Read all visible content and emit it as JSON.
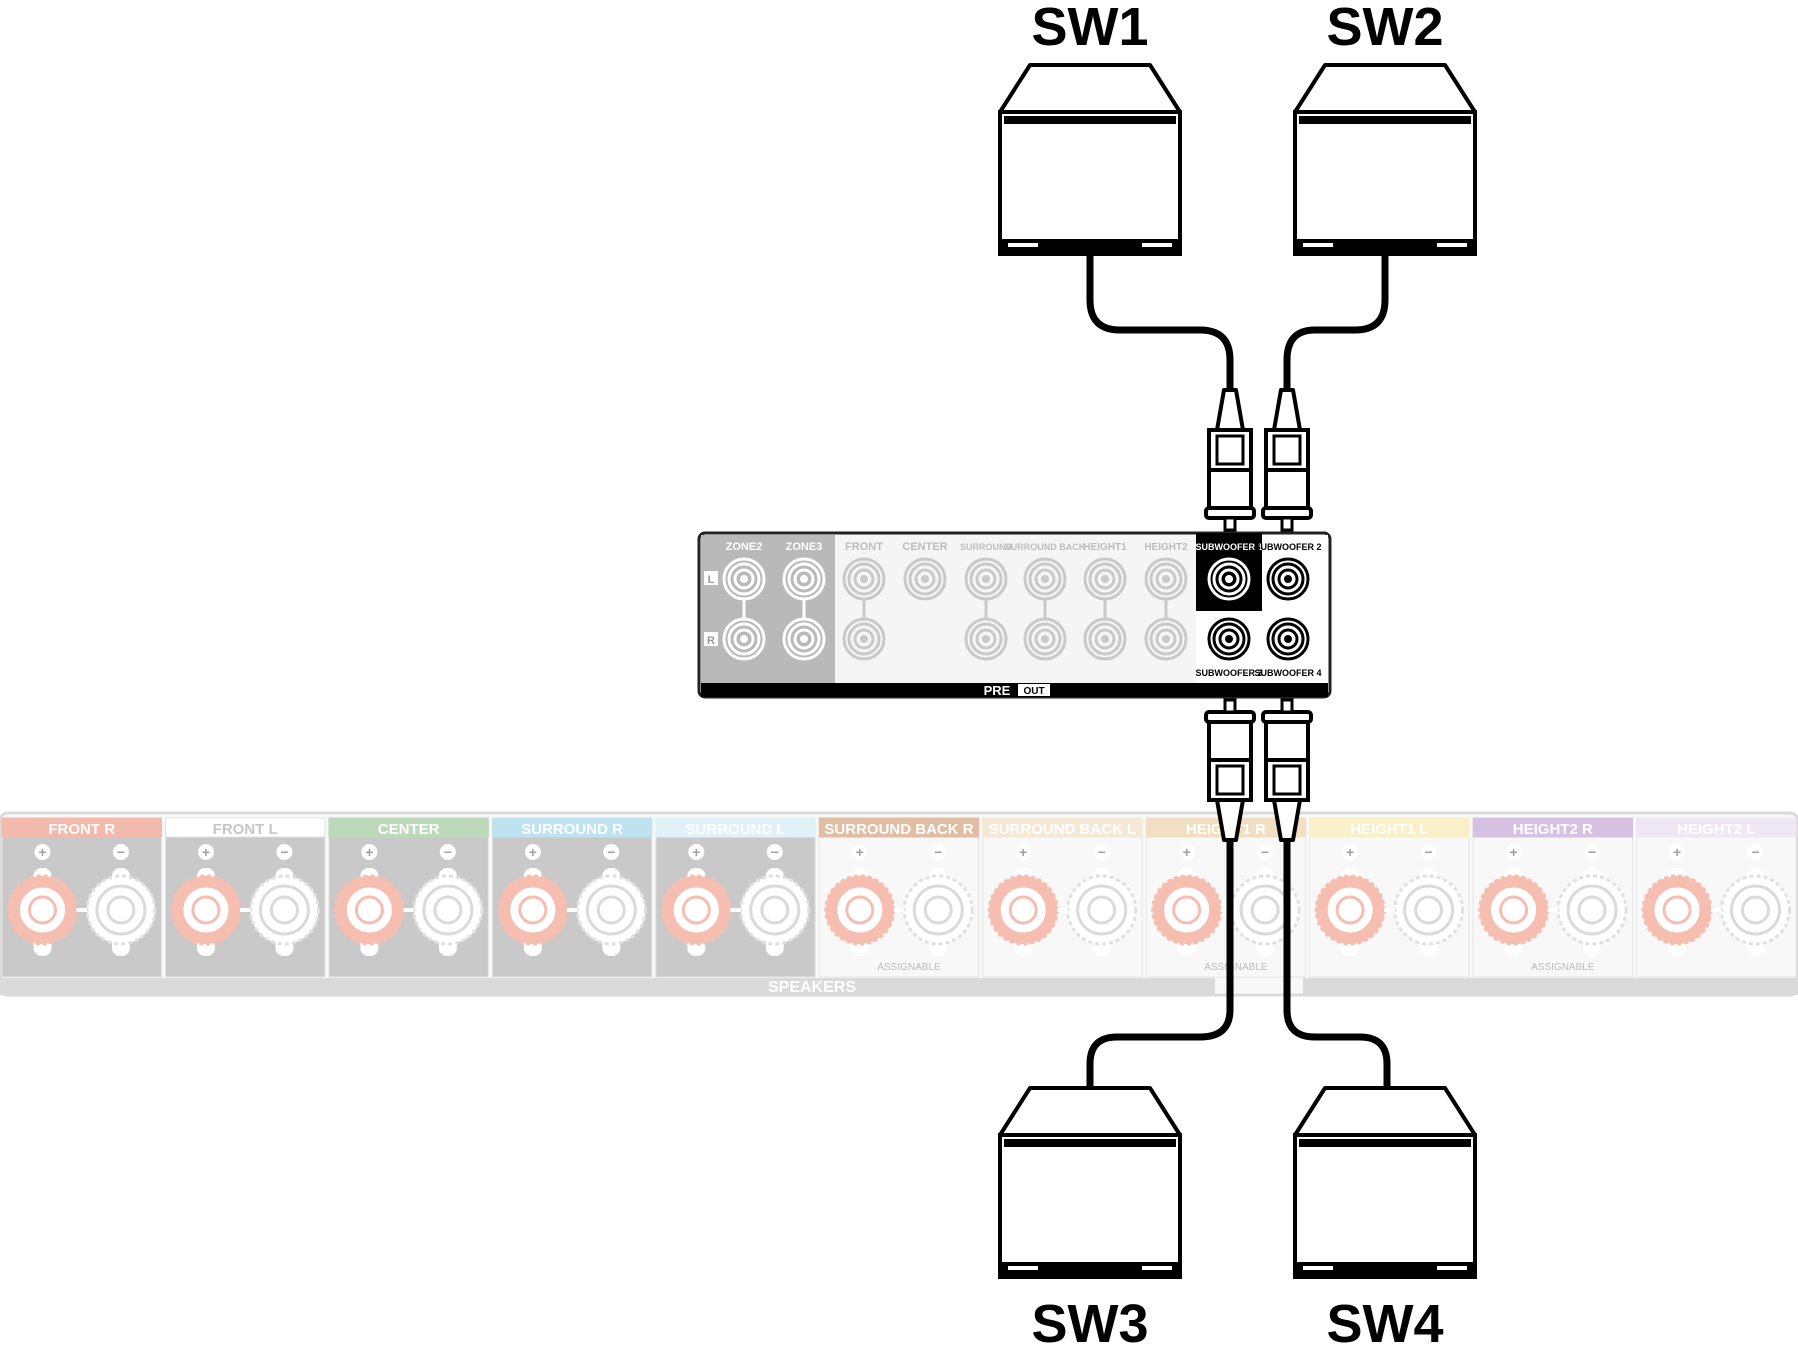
{
  "subwoofers": [
    {
      "id": "sw1",
      "label": "SW1"
    },
    {
      "id": "sw2",
      "label": "SW2"
    },
    {
      "id": "sw3",
      "label": "SW3"
    },
    {
      "id": "sw4",
      "label": "SW4"
    }
  ],
  "preout": {
    "zone_labels": [
      "ZONE2",
      "ZONE3"
    ],
    "channel_labels": [
      "FRONT",
      "CENTER",
      "SURROUND",
      "SURROUND BACK",
      "HEIGHT1",
      "HEIGHT2"
    ],
    "side_labels": [
      "L",
      "R"
    ],
    "sub_labels": [
      "SUBWOOFER 1",
      "SUBWOOFER 2",
      "SUBWOOFER 3",
      "SUBWOOFER 4"
    ],
    "footer_pre": "PRE",
    "footer_out": "OUT"
  },
  "speakers": {
    "footer": "SPEAKERS",
    "assignable": "ASSIGNABLE",
    "groups": [
      {
        "name": "FRONT",
        "side": "R",
        "color": "#e8806a"
      },
      {
        "name": "FRONT",
        "side": "L",
        "color": "#ffffff"
      },
      {
        "name": "CENTER",
        "side": "",
        "color": "#86bb82"
      },
      {
        "name": "SURROUND",
        "side": "R",
        "color": "#8ccbe4"
      },
      {
        "name": "SURROUND",
        "side": "L",
        "color": "#c9e6f1"
      },
      {
        "name": "SURROUND BACK",
        "side": "R",
        "color": "#c9885a"
      },
      {
        "name": "SURROUND BACK",
        "side": "L",
        "color": "#efd6b8"
      },
      {
        "name": "HEIGHT1",
        "side": "R",
        "color": "#e9c690"
      },
      {
        "name": "HEIGHT1",
        "side": "L",
        "color": "#f6e59a"
      },
      {
        "name": "HEIGHT2",
        "side": "R",
        "color": "#b790cc"
      },
      {
        "name": "HEIGHT2",
        "side": "L",
        "color": "#e2d4ec"
      }
    ],
    "plus_sign": "+",
    "minus_sign": "−"
  },
  "colors": {
    "cable": "#000000",
    "panel_active": "#c6c6c6",
    "panel_faded": "#f2f2f2",
    "terminal_red": "#f08a72"
  }
}
